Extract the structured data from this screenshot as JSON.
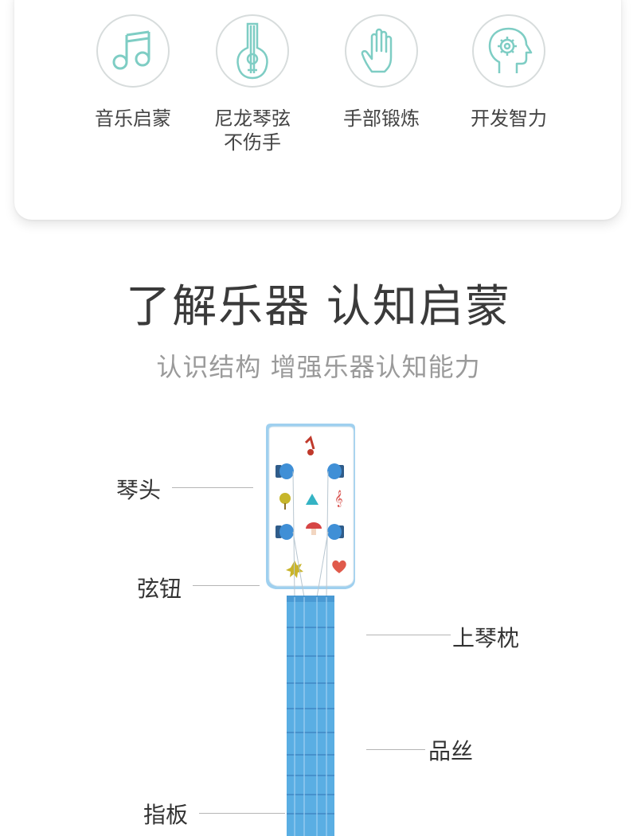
{
  "features": [
    {
      "icon": "music-note-icon",
      "label": "音乐启蒙"
    },
    {
      "icon": "ukulele-icon",
      "label_line1": "尼龙琴弦",
      "label_line2": "不伤手"
    },
    {
      "icon": "hand-icon",
      "label": "手部锻炼"
    },
    {
      "icon": "brain-head-icon",
      "label": "开发智力"
    }
  ],
  "section": {
    "title": "了解乐器 认知启蒙",
    "subtitle": "认识结构 增强乐器认知能力"
  },
  "parts": {
    "headstock": "琴头",
    "tuning_peg": "弦钮",
    "nut": "上琴枕",
    "fret": "品丝",
    "fretboard": "指板"
  },
  "colors": {
    "icon_teal": "#7ecdc4",
    "neck_blue": "#5aaee3",
    "peg_blue": "#3f8fd6"
  }
}
